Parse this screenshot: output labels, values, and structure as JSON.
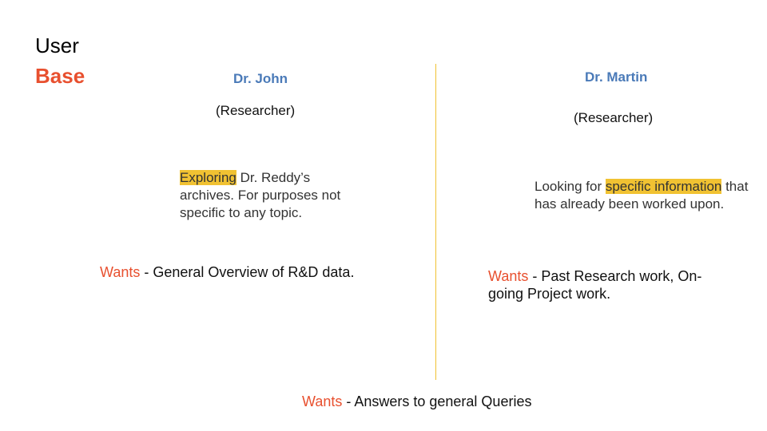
{
  "title": {
    "line1": "User",
    "line2": "Base"
  },
  "left": {
    "name": "Dr. John",
    "role": "(Researcher)",
    "desc_highlight": "Exploring",
    "desc_rest": " Dr. Reddy’s archives. For purposes not specific to any topic.",
    "wants_label": "Wants",
    "wants_text": " - General Overview of R&D data."
  },
  "right": {
    "name": "Dr. Martin",
    "role": "(Researcher)",
    "desc_prefix": "Looking for ",
    "desc_highlight": "specific information",
    "desc_rest": " that has already been worked upon.",
    "wants_label": "Wants",
    "wants_text": " - Past Research work, On-going Project work."
  },
  "bottom": {
    "wants_label": "Wants",
    "wants_text": " - Answers to general Queries"
  },
  "colors": {
    "accent_red": "#e8502f",
    "highlight": "#f1c232",
    "name_blue": "#4a7ab8"
  }
}
